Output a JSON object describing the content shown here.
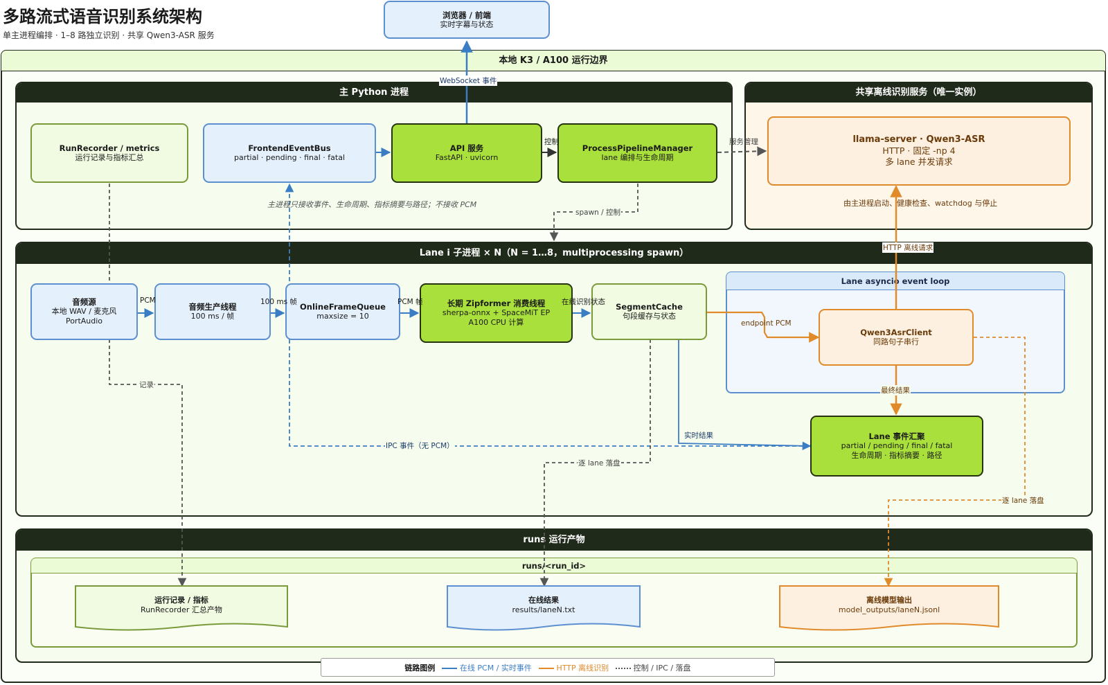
{
  "header": {
    "title": "多路流式语音识别系统架构",
    "subtitle": "单主进程编排 · 1–8 路独立识别 · 共享 Qwen3-ASR 服务"
  },
  "browser": {
    "title": "浏览器 / 前端",
    "desc": "实时字幕与状态"
  },
  "boundary": {
    "title": "本地 K3 / A100 运行边界"
  },
  "main_process": {
    "title": "主 Python 进程",
    "nodes": {
      "run_recorder": {
        "title": "RunRecorder / metrics",
        "desc": "运行记录与指标汇总"
      },
      "frontend_bus": {
        "title": "FrontendEventBus",
        "desc": "partial · pending · final · fatal"
      },
      "api": {
        "title": "API 服务",
        "desc": "FastAPI · uvicorn"
      },
      "pipeline_manager": {
        "title": "ProcessPipelineManager",
        "desc": "lane 编排与生命周期"
      }
    },
    "note": "主进程只接收事件、生命周期、指标摘要与路径；不接收 PCM"
  },
  "shared_service": {
    "title": "共享离线识别服务（唯一实例）",
    "node": {
      "title": "llama-server · Qwen3-ASR",
      "line1": "HTTP · 固定 -np 4",
      "line2": "多 lane 并发请求"
    },
    "note": "由主进程启动、健康检查、watchdog 与停止"
  },
  "lane": {
    "title": "Lane i 子进程 × N（N = 1…8，multiprocessing spawn）",
    "nodes": {
      "audio_source": {
        "title": "音频源",
        "line1": "本地 WAV / 麦克风",
        "line2": "PortAudio"
      },
      "audio_producer": {
        "title": "音频生产线程",
        "desc": "100 ms / 帧"
      },
      "frame_queue": {
        "title": "OnlineFrameQueue",
        "desc": "maxsize = 10"
      },
      "zipformer": {
        "title": "长期 Zipformer 消费线程",
        "line1": "sherpa-onnx + SpaceMiT EP",
        "line2": "A100 CPU 计算"
      },
      "segment_cache": {
        "title": "SegmentCache",
        "desc": "句段缓存与状态"
      },
      "asyncio": {
        "title": "Lane asyncio event loop"
      },
      "qwen_client": {
        "title": "Qwen3AsrClient",
        "desc": "同路句子串行"
      },
      "event_summary": {
        "title": "Lane 事件汇聚",
        "line1": "partial / pending / final / fatal",
        "line2": "生命周期 · 指标摘要 · 路径"
      }
    }
  },
  "runs": {
    "title": "runs 运行产物",
    "folder": "runs/<run_id>",
    "docs": {
      "records": {
        "title": "运行记录 / 指标",
        "desc": "RunRecorder 汇总产物"
      },
      "online": {
        "title": "在线结果",
        "desc": "results/laneN.txt"
      },
      "offline": {
        "title": "离线模型输出",
        "desc": "model_outputs/laneN.jsonl"
      }
    }
  },
  "edge_labels": {
    "websocket": "WebSocket 事件",
    "control": "控制",
    "service_mgmt": "服务管理",
    "spawn_control": "spawn / 控制",
    "pcm": "PCM",
    "frame_100ms": "100 ms 帧",
    "pcm_frame": "PCM 帧",
    "online_state": "在线识别状态",
    "endpoint_pcm": "endpoint PCM",
    "http_request": "HTTP 离线请求",
    "final_result": "最终结果",
    "realtime_result": "实时结果",
    "ipc_event": "IPC 事件（无 PCM）",
    "record": "记录",
    "per_lane_disk1": "逐 lane 落盘",
    "per_lane_disk2": "逐 lane 落盘"
  },
  "legend": {
    "title": "链路图例",
    "online": "在线 PCM / 实时事件",
    "http": "HTTP 离线识别",
    "control": "控制 / IPC / 落盘"
  },
  "colors": {
    "online": "#3b7dc4",
    "http": "#e08a2a",
    "control": "#555555",
    "dark": "#1f2a1a",
    "accent_green": "#a9e03b"
  }
}
